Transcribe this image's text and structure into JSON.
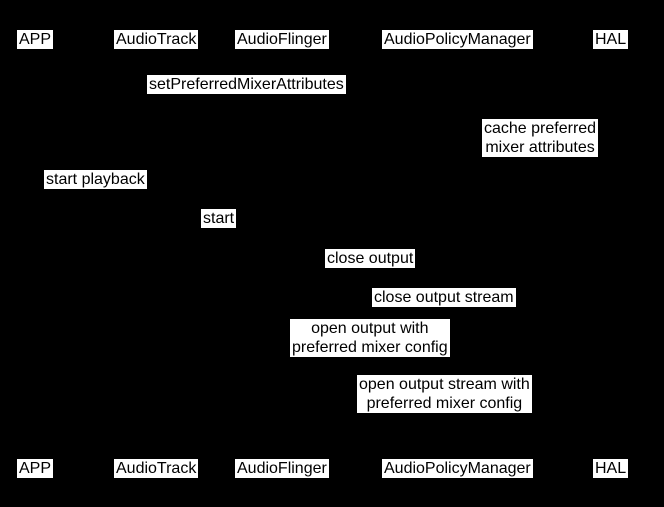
{
  "diagram": {
    "type": "sequence",
    "title": "audio preferred mixer attributes sequence",
    "colors": {
      "background": "#000000",
      "label_background": "#ffffff",
      "label_text": "#000000"
    },
    "participants": [
      {
        "name": "APP"
      },
      {
        "name": "AudioTrack"
      },
      {
        "name": "AudioFlinger"
      },
      {
        "name": "AudioPolicyManager"
      },
      {
        "name": "HAL"
      }
    ],
    "messages": [
      {
        "label": "setPreferredMixerAttributes"
      },
      {
        "label": "cache preferred\nmixer attributes"
      },
      {
        "label": "start playback"
      },
      {
        "label": "start"
      },
      {
        "label": "close output"
      },
      {
        "label": "close output stream"
      },
      {
        "label": "open output with\npreferred mixer config"
      },
      {
        "label": "open output stream with\npreferred mixer config"
      }
    ]
  }
}
